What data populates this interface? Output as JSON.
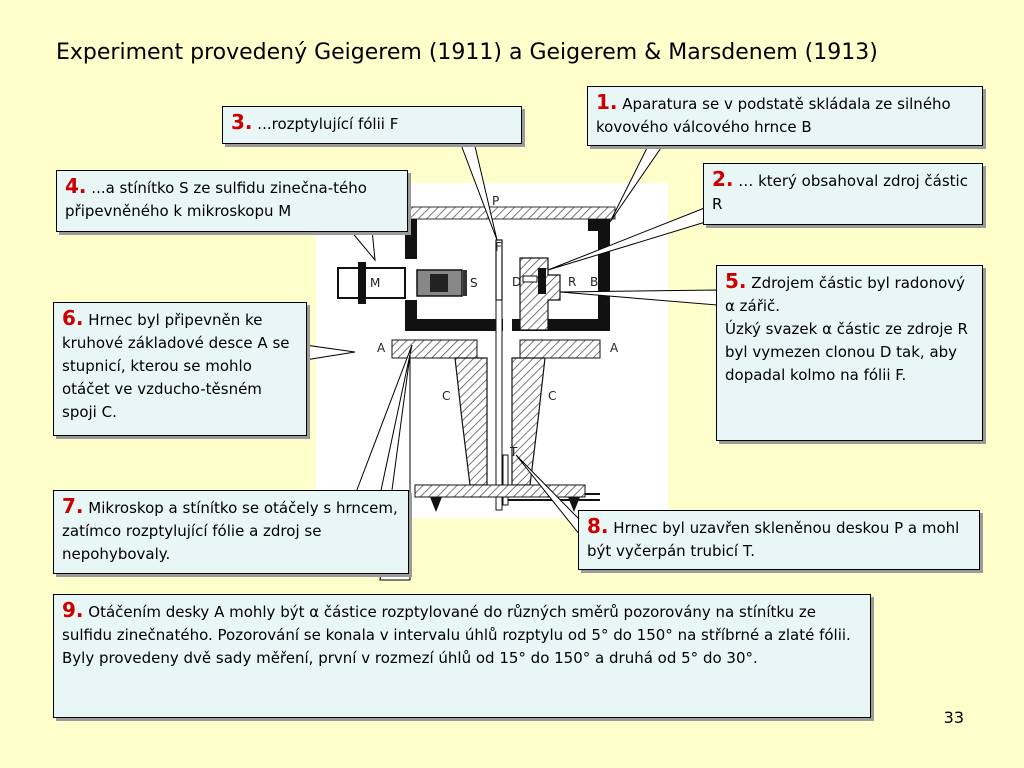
{
  "title": "Experiment provedený Geigerem (1911) a  Geigerem & Marsdenem (1913)",
  "slide_number": "33",
  "diagram_labels": {
    "P": "P",
    "F": "F",
    "M": "M",
    "S": "S",
    "D": "D",
    "R": "R",
    "B": "B",
    "A_left": "A",
    "A_right": "A",
    "C_left": "C",
    "C_right": "C",
    "T": "T"
  },
  "colors": {
    "background": "#ffffcc",
    "box_fill": "#e9f6f6",
    "number": "#cc0000"
  },
  "boxes": {
    "b1": {
      "num": "1.",
      "text": "Aparatura se v podstatě skládala ze silného kovového válcového hrnce B"
    },
    "b2": {
      "num": "2.",
      "text": "… který obsahoval zdroj částic R"
    },
    "b3": {
      "num": "3.",
      "text": "...rozptylující fólii F"
    },
    "b4": {
      "num": "4.",
      "text": "...a stínítko S ze sulfidu zinečna-tého připevněného k mikroskopu M"
    },
    "b5": {
      "num": "5.",
      "line1": "Zdrojem částic byl radonový α zářič.",
      "line2": "Úzký svazek α částic ze zdroje R byl vymezen clonou D tak, aby dopadal kolmo na fólii F."
    },
    "b6": {
      "num": "6.",
      "text": "Hrnec byl připevněn ke kruhové základové desce A se stupnicí, kterou se mohlo otáčet ve vzducho-těsném spoji C."
    },
    "b7": {
      "num": "7.",
      "text": "Mikroskop a stínítko se otáčely s hrncem,  zatímco rozptylující fólie a zdroj se nepohybovaly."
    },
    "b8": {
      "num": "8.",
      "text": "Hrnec byl uzavřen skleněnou deskou P a mohl být vyčerpán trubicí T."
    },
    "b9": {
      "num": "9.",
      "text": "Otáčením desky A mohly být α částice rozptylované do různých směrů pozorovány na stínítku ze sulfidu zinečnatého.  Pozorování se konala v intervalu úhlů rozptylu od 5° do 150° na stříbrné a zlaté fólii. Byly provedeny dvě sady měření, první v rozmezí úhlů od 15° do 150° a druhá od 5° do 30°."
    }
  }
}
